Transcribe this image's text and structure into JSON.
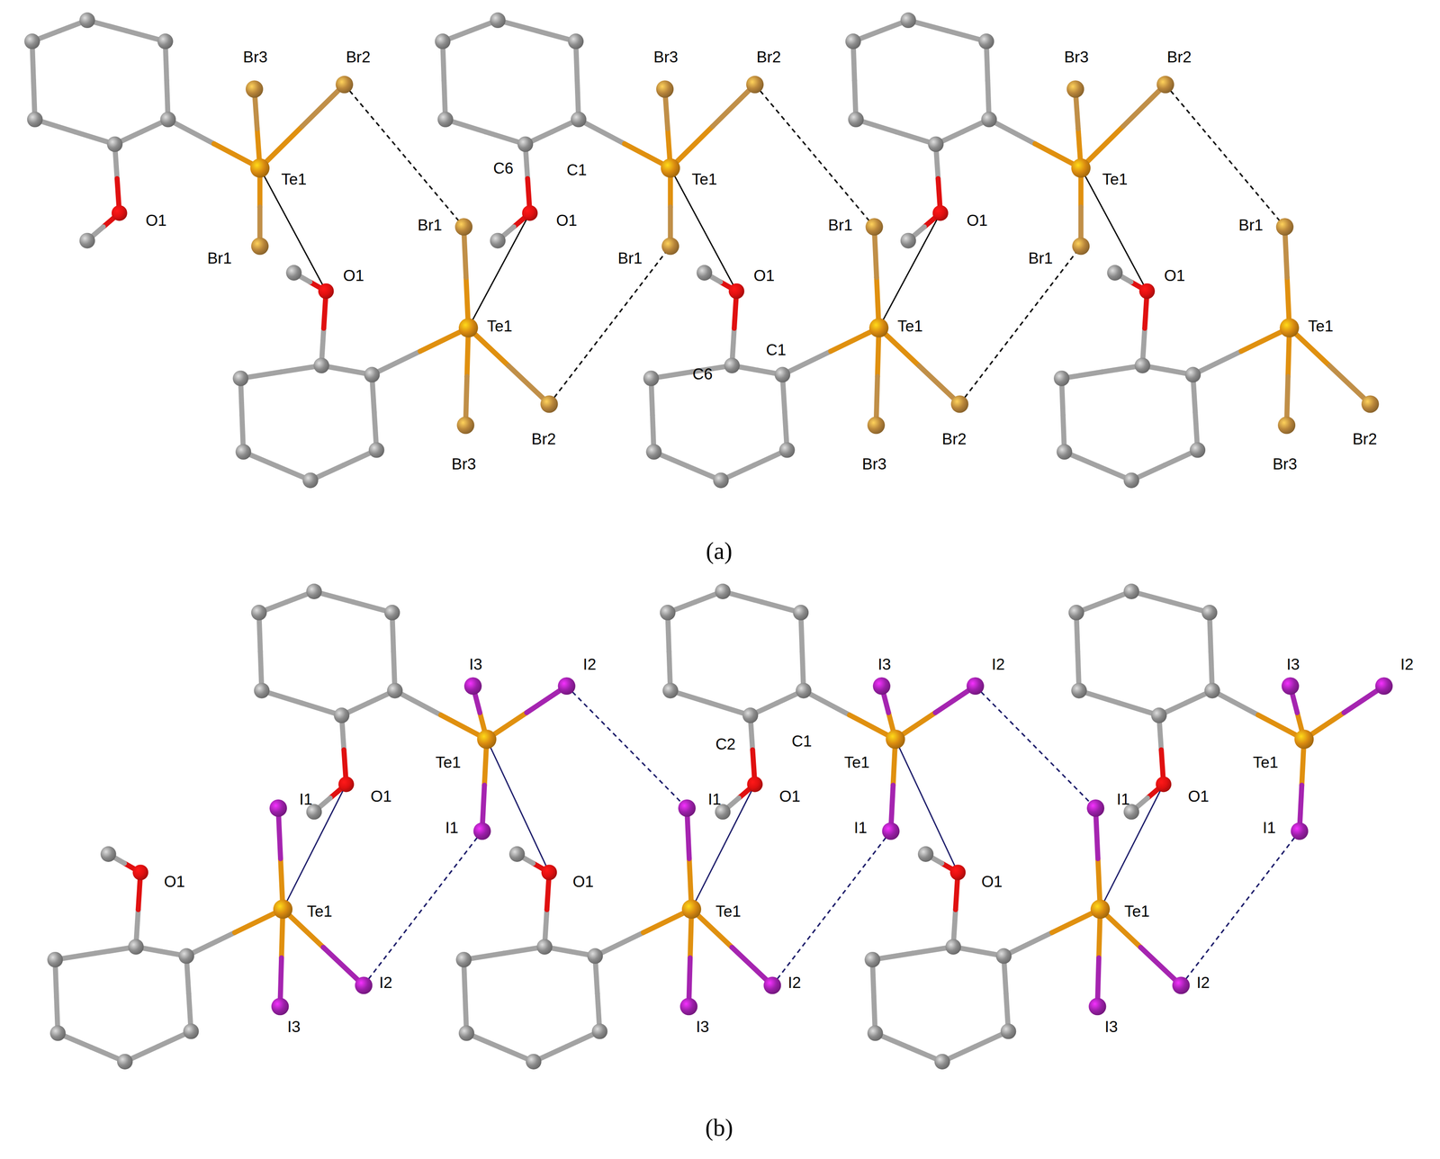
{
  "diagram": {
    "labels": [
      "Br3",
      "Br2",
      "Te1",
      "O1",
      "Br1",
      "C6",
      "C1",
      "Br3",
      "Br2",
      "Te1",
      "O1",
      "Br1",
      "Br3",
      "Br2",
      "Te1",
      "O1",
      "Br1",
      "Br1",
      "O1",
      "Te1",
      "Br3",
      "Br2",
      "Br1",
      "O1",
      "C6",
      "C1",
      "Te1",
      "Br3",
      "Br2",
      "Br1",
      "O1",
      "Te1",
      "Br3",
      "Br2",
      "(a)",
      "I3",
      "I2",
      "Te1",
      "I1",
      "O1",
      "C1",
      "C2",
      "I3",
      "I2",
      "Te1",
      "I1",
      "O1",
      "I3",
      "I2",
      "Te1",
      "I1",
      "O1",
      "I1",
      "O1",
      "Te1",
      "I3",
      "I2",
      "I1",
      "O1",
      "Te1",
      "I3",
      "I2",
      "I1",
      "O1",
      "Te1",
      "I3",
      "I2",
      "(b)"
    ]
  }
}
